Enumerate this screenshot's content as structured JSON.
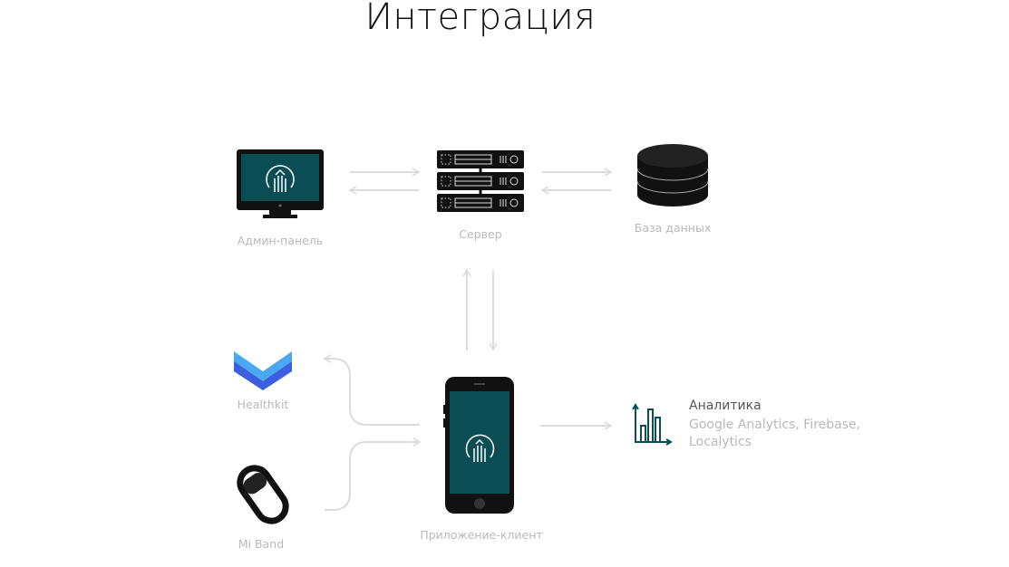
{
  "title": "Интеграция",
  "nodes": {
    "admin": "Админ-панель",
    "server": "Сервер",
    "database": "База данных",
    "healthkit": "Healthkit",
    "miband": "Mi Band",
    "client": "Приложение-клиент"
  },
  "analytics": {
    "title": "Аналитика",
    "line1": "Google Analytics, Firebase,",
    "line2": "Localytics"
  },
  "colors": {
    "teal": "#0b4d55",
    "arrow": "#dcdcdc",
    "icon": "#111111",
    "healthkit_top": "#4aa8f0",
    "healthkit_bottom": "#3b5fe0"
  }
}
